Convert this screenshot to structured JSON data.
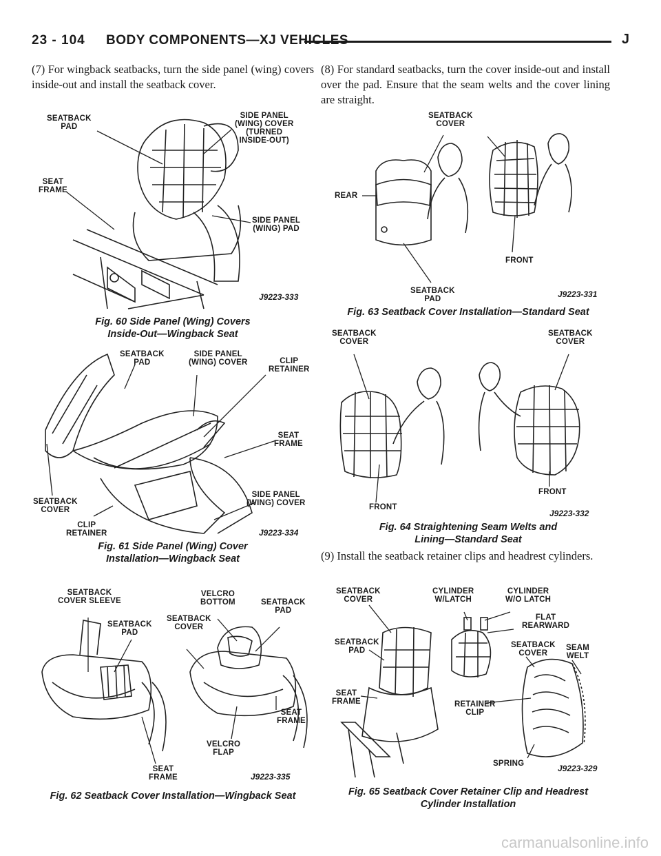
{
  "header": {
    "page_number": "23 - 104",
    "section_title": "BODY COMPONENTS—XJ VEHICLES",
    "model_letter": "J"
  },
  "paragraphs": {
    "step7": "(7) For wingback seatbacks, turn the side panel (wing) covers inside-out and install the seatback cover.",
    "step8": "(8) For standard seatbacks, turn the cover inside-out and install over the pad. Ensure that the seam welts and the cover lining are straight.",
    "step9": "(9) Install the seatback retainer clips and headrest cylinders."
  },
  "figures": {
    "fig60": {
      "caption": "Fig. 60 Side Panel (Wing) Covers\nInside-Out—Wingback Seat",
      "code": "J9223-333",
      "labels": [
        "SEATBACK\nPAD",
        "SIDE PANEL\n(WING) COVER\n(TURNED\nINSIDE-OUT)",
        "SEAT\nFRAME",
        "SIDE PANEL\n(WING) PAD"
      ]
    },
    "fig61": {
      "caption": "Fig. 61 Side Panel (Wing) Cover\nInstallation—Wingback Seat",
      "code": "J9223-334",
      "labels": [
        "SEATBACK\nPAD",
        "SIDE PANEL\n(WING) COVER",
        "CLIP\nRETAINER",
        "SEAT\nFRAME",
        "SEATBACK\nCOVER",
        "CLIP\nRETAINER",
        "SIDE PANEL\n(WING) COVER"
      ]
    },
    "fig62": {
      "caption": "Fig. 62 Seatback Cover Installation—Wingback Seat",
      "code": "J9223-335",
      "labels": [
        "SEATBACK\nCOVER SLEEVE",
        "SEATBACK\nPAD",
        "VELCRO\nBOTTOM",
        "SEATBACK\nCOVER",
        "SEATBACK\nPAD",
        "VELCRO\nFLAP",
        "SEAT\nFRAME",
        "SEAT\nFRAME"
      ]
    },
    "fig63": {
      "caption": "Fig. 63 Seatback Cover Installation—Standard Seat",
      "code": "J9223-331",
      "labels": [
        "SEATBACK\nCOVER",
        "REAR",
        "FRONT",
        "SEATBACK\nPAD"
      ]
    },
    "fig64": {
      "caption": "Fig. 64 Straightening Seam Welts and\nLining—Standard Seat",
      "code": "J9223-332",
      "labels": [
        "SEATBACK\nCOVER",
        "SEATBACK\nCOVER",
        "FRONT",
        "FRONT"
      ]
    },
    "fig65": {
      "caption": "Fig. 65 Seatback Cover Retainer Clip and Headrest\nCylinder Installation",
      "code": "J9223-329",
      "labels": [
        "SEATBACK\nCOVER",
        "CYLINDER\nW/LATCH",
        "CYLINDER\nW/O LATCH",
        "FLAT\nREARWARD",
        "SEATBACK\nPAD",
        "SEATBACK\nCOVER",
        "SEAM\nWELT",
        "SEAT\nFRAME",
        "RETAINER\nCLIP",
        "SPRING"
      ]
    }
  },
  "watermark": "carmanualsonline.info"
}
